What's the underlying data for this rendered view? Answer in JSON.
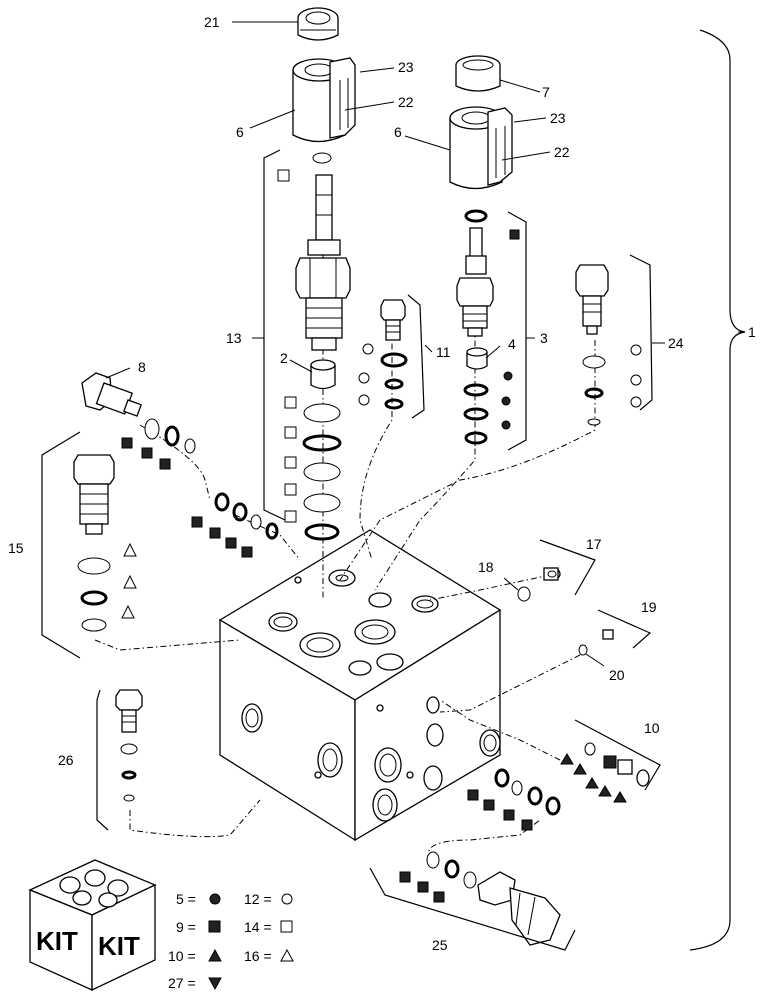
{
  "callouts": {
    "n1": "1",
    "n2": "2",
    "n3": "3",
    "n4": "4",
    "n6a": "6",
    "n6b": "6",
    "n7": "7",
    "n8": "8",
    "n10": "10",
    "n11": "11",
    "n13": "13",
    "n15": "15",
    "n17": "17",
    "n18": "18",
    "n19": "19",
    "n20": "20",
    "n21": "21",
    "n22a": "22",
    "n22b": "22",
    "n23a": "23",
    "n23b": "23",
    "n24": "24",
    "n25": "25",
    "n26": "26"
  },
  "legend": {
    "k5": "5 =",
    "k9": "9 =",
    "k10": "10 =",
    "k27": "27 =",
    "k12": "12 =",
    "k14": "14 =",
    "k16": "16 ="
  },
  "kit_box": {
    "left_text": "KIT",
    "right_text": "KIT"
  }
}
